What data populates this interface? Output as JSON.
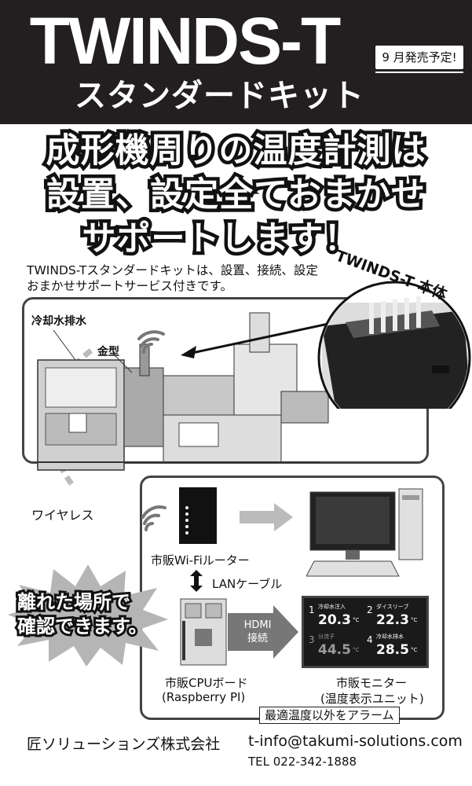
{
  "header": {
    "title": "TWINDS-T",
    "subtitle": "スタンダードキット",
    "badge": "9 月発売予定!"
  },
  "headline": {
    "line1": "成形機周りの温度計測は",
    "line2": "設置、設定全ておまかせ",
    "line3": "サポートします！"
  },
  "intro": {
    "line1": "TWINDS-Tスタンダードキットは、設置、接続、設定",
    "line2": "おまかせサポートサービス付きです。"
  },
  "device_label": "TWINDS-T 本体",
  "machine_labels": {
    "drain": "冷却水排水",
    "mold": "金型"
  },
  "wireless_label": "ワイヤレス",
  "router_label": "市販Wi-Fiルーター",
  "lan_label": "LANケーブル",
  "hdmi_label": "HDMI\n接続",
  "hdmi_line1": "HDMI",
  "hdmi_line2": "接続",
  "cpu_label": {
    "line1": "市販CPUボード",
    "line2": "(Raspberry PI)"
  },
  "monitor_label": {
    "line1": "市販モニター",
    "line2": "(温度表示ユニット)"
  },
  "alarm_label": "最適温度以外をアラーム",
  "remote_burst": {
    "line1": "離れた場所で",
    "line2": "確認できます。"
  },
  "display_cells": [
    {
      "num": "1",
      "name": "冷却水注入",
      "value": "20.3",
      "unit": "°C"
    },
    {
      "num": "2",
      "name": "ダイスリーブ",
      "value": "22.3",
      "unit": "°C"
    },
    {
      "num": "3",
      "name": "分流子",
      "value": "44.5",
      "unit": "°C"
    },
    {
      "num": "4",
      "name": "冷却水排水",
      "value": "28.5",
      "unit": "°C"
    }
  ],
  "footer": {
    "company": "匠ソリューションズ株式会社",
    "email": "t-info@takumi-solutions.com",
    "tel": "TEL  022-342-1888"
  },
  "colors": {
    "header_bg": "#231f20",
    "dim_cell": "#9a9a9a"
  }
}
